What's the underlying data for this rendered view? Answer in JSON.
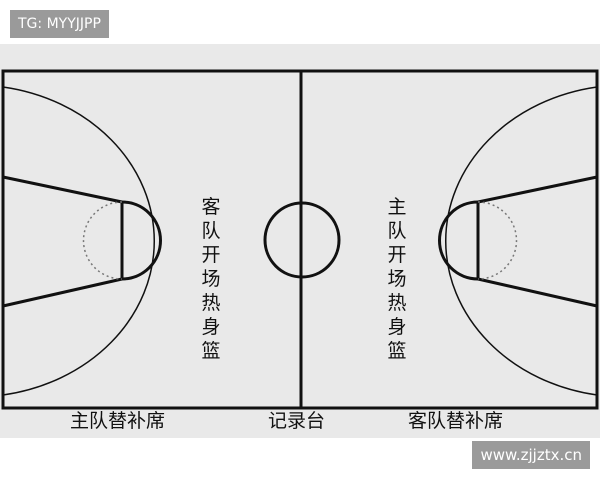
{
  "watermarks": {
    "top_left": "TG: MYYJJPP",
    "bottom_right": "www.zjjztx.cn"
  },
  "court": {
    "left_half_label": [
      "客",
      "队",
      "开",
      "场",
      "热",
      "身",
      "篮"
    ],
    "right_half_label": [
      "主",
      "队",
      "开",
      "场",
      "热",
      "身",
      "篮"
    ]
  },
  "sideline": {
    "home_bench": "主队替补席",
    "scorer_table": "记录台",
    "away_bench": "客队替补席"
  },
  "colors": {
    "background": "#e9e9e9",
    "lines": "#111111",
    "tag_background": "#9a9a9a"
  }
}
